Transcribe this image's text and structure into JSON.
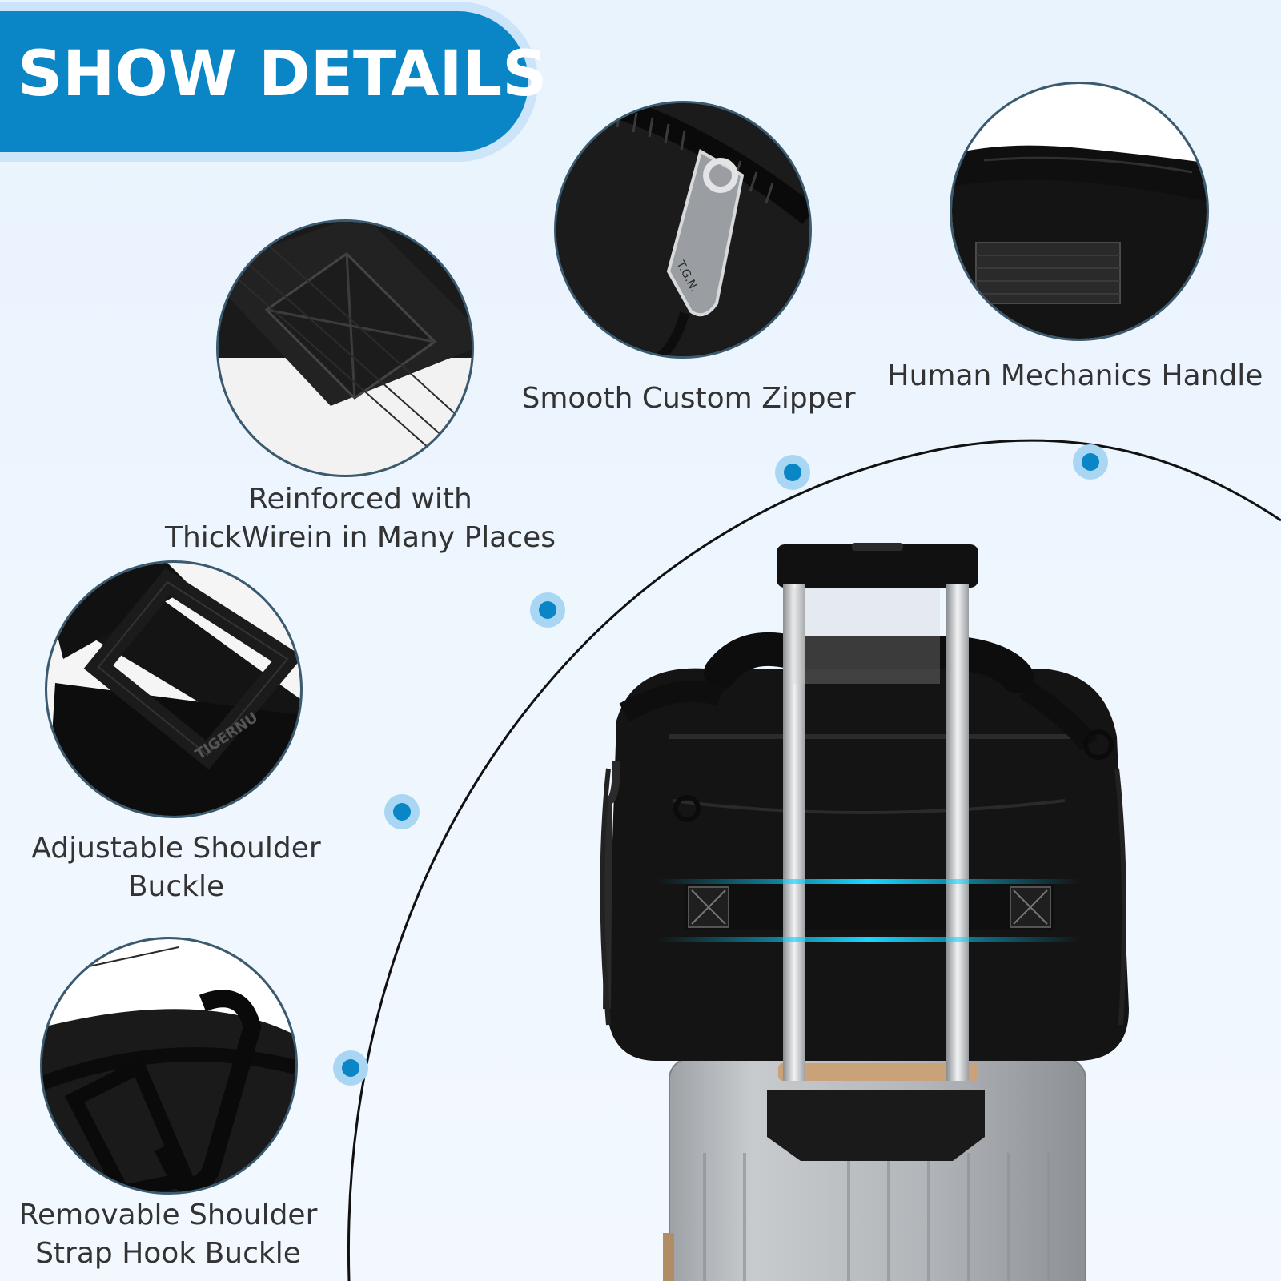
{
  "header": {
    "title": "SHOW DETAILS"
  },
  "features": [
    {
      "id": "reinforced",
      "label_line1": "Reinforced with",
      "label_line2": "ThickWirein in Many Places"
    },
    {
      "id": "zipper",
      "label_line1": "Smooth Custom Zipper",
      "label_line2": ""
    },
    {
      "id": "handle",
      "label_line1": "Human Mechanics Handle",
      "label_line2": ""
    },
    {
      "id": "buckle",
      "label_line1": "Adjustable Shoulder",
      "label_line2": "Buckle"
    },
    {
      "id": "hook",
      "label_line1": "Removable Shoulder",
      "label_line2": "Strap Hook Buckle"
    }
  ],
  "zipper_engraving": "T.G.N.",
  "buckle_brand": "TIGERNU",
  "colors": {
    "accent": "#0a86c6",
    "accent_light": "#a9d7f3",
    "background": "#eef6fe",
    "bag": "#141414",
    "luggage": "#b9bcc0"
  }
}
